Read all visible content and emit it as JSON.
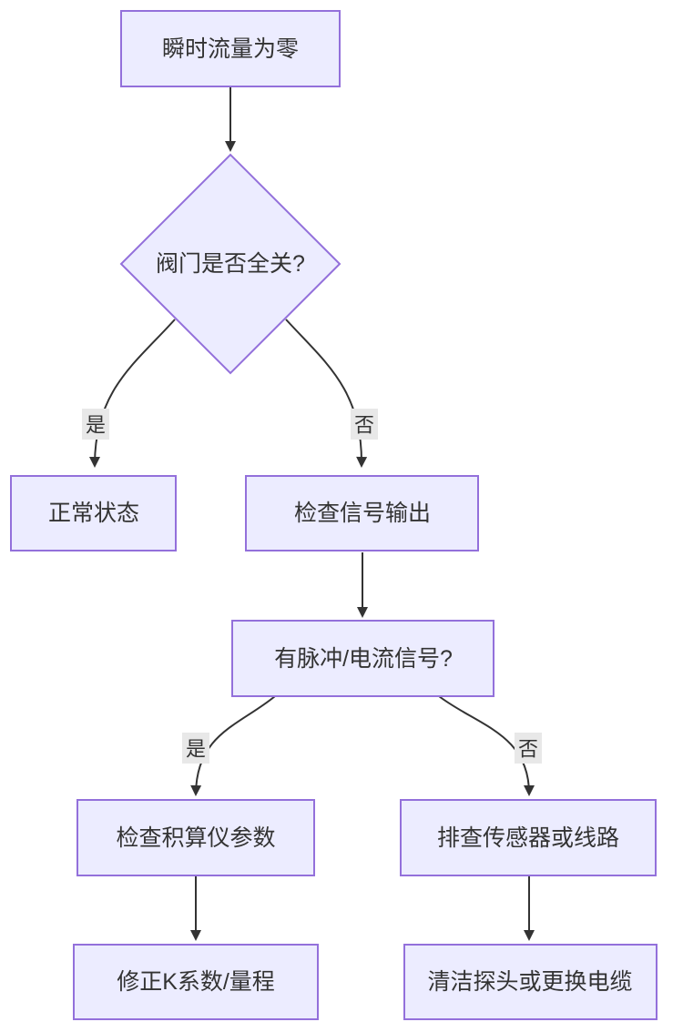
{
  "diagram": {
    "type": "flowchart",
    "direction": "top-down",
    "style": {
      "node_fill": "#ECECFF",
      "node_border": "#9370DB",
      "edge_color": "#333333",
      "edge_label_bg": "#E8E8E8",
      "text_color": "#333333",
      "background": "#FFFFFF"
    },
    "nodes": [
      {
        "id": "A",
        "shape": "rect",
        "label": "瞬时流量为零"
      },
      {
        "id": "B",
        "shape": "diamond",
        "label": "阀门是否全关?"
      },
      {
        "id": "C",
        "shape": "rect",
        "label": "正常状态"
      },
      {
        "id": "D",
        "shape": "rect",
        "label": "检查信号输出"
      },
      {
        "id": "E",
        "shape": "rect",
        "label": "有脉冲/电流信号?"
      },
      {
        "id": "F",
        "shape": "rect",
        "label": "检查积算仪参数"
      },
      {
        "id": "G",
        "shape": "rect",
        "label": "排查传感器或线路"
      },
      {
        "id": "H",
        "shape": "rect",
        "label": "修正K系数/量程"
      },
      {
        "id": "I",
        "shape": "rect",
        "label": "清洁探头或更换电缆"
      }
    ],
    "edges": [
      {
        "from": "A",
        "to": "B",
        "label": ""
      },
      {
        "from": "B",
        "to": "C",
        "label": "是"
      },
      {
        "from": "B",
        "to": "D",
        "label": "否"
      },
      {
        "from": "D",
        "to": "E",
        "label": ""
      },
      {
        "from": "E",
        "to": "F",
        "label": "是"
      },
      {
        "from": "E",
        "to": "G",
        "label": "否"
      },
      {
        "from": "F",
        "to": "H",
        "label": ""
      },
      {
        "from": "G",
        "to": "I",
        "label": ""
      }
    ]
  }
}
